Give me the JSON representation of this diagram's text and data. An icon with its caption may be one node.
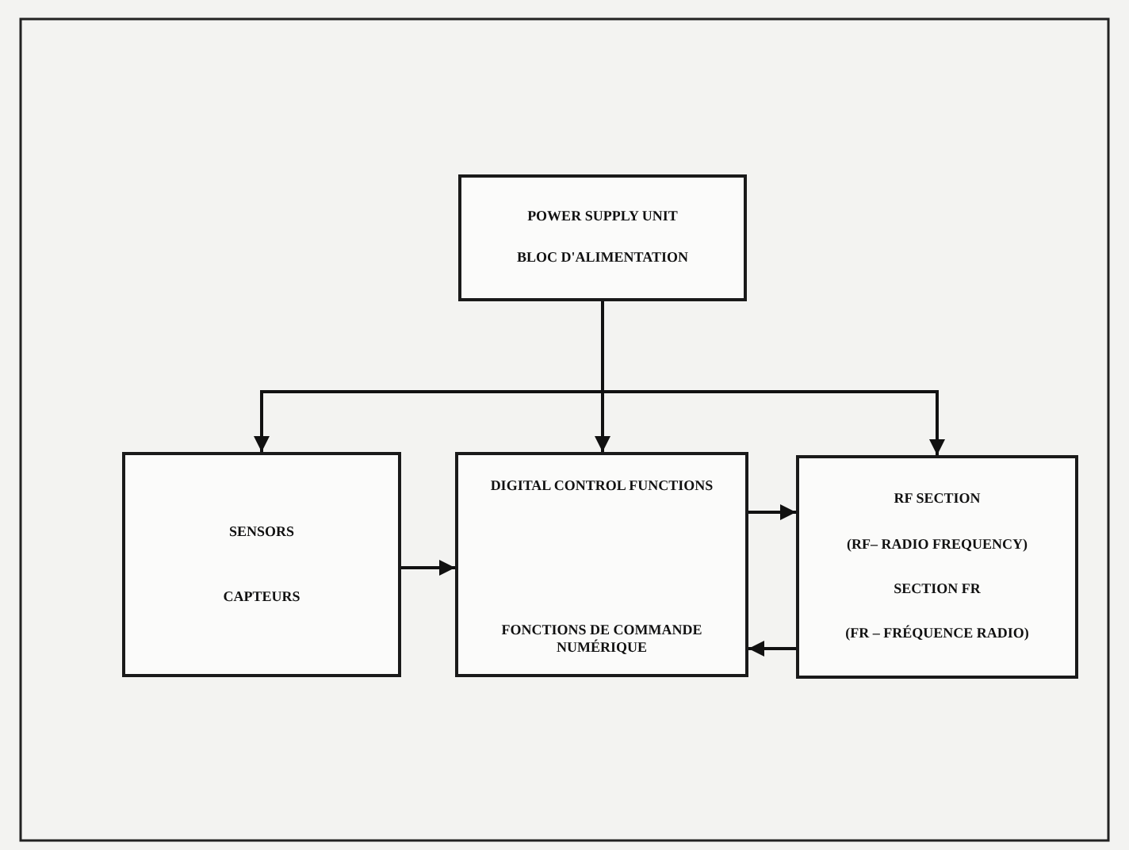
{
  "diagram": {
    "nodes": [
      {
        "text": [
          "POWER SUPPLY UNIT",
          "BLOC D'ALIMENTATION"
        ]
      },
      {
        "text": [
          "SENSORS",
          "CAPTEURS"
        ]
      },
      {
        "text": [
          "DIGITAL CONTROL FUNCTIONS",
          "FONCTIONS DE COMMANDE NUMÉRIQUE"
        ]
      },
      {
        "text": [
          "RF SECTION",
          "(RF– RADIO FREQUENCY)",
          "SECTION FR",
          "(FR – FRÉQUENCE RADIO)"
        ]
      }
    ],
    "edges": [
      {
        "from": 0,
        "to": 1,
        "arrow": "to"
      },
      {
        "from": 0,
        "to": 2,
        "arrow": "to"
      },
      {
        "from": 0,
        "to": 3,
        "arrow": "to"
      },
      {
        "from": 1,
        "to": 2,
        "arrow": "to"
      },
      {
        "from": 2,
        "to": 3,
        "arrow": "to"
      },
      {
        "from": 3,
        "to": 2,
        "arrow": "to"
      }
    ]
  }
}
